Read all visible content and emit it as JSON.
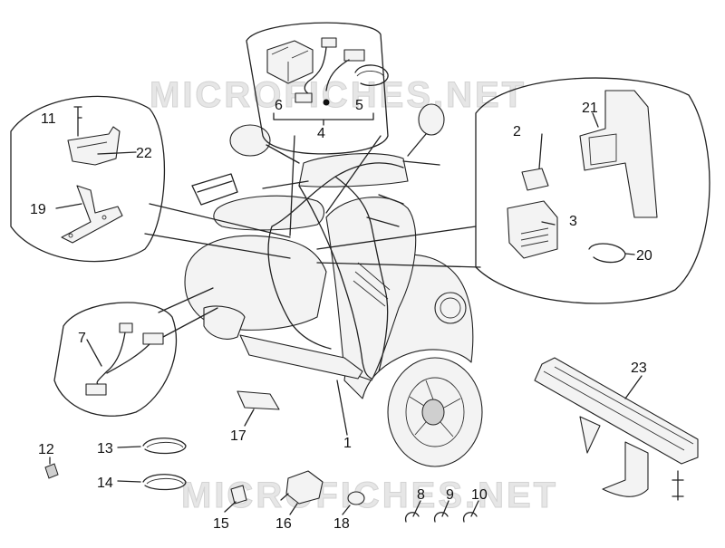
{
  "watermark": {
    "top": "MICROFICHES.NET",
    "bottom": "MICROFICHES.NET"
  },
  "callouts": {
    "c1": "1",
    "c2": "2",
    "c3": "3",
    "c4": "4",
    "c5": "5",
    "c6": "6",
    "c7": "7",
    "c8": "8",
    "c9": "9",
    "c10": "10",
    "c11": "11",
    "c12": "12",
    "c13": "13",
    "c14": "14",
    "c15": "15",
    "c16": "16",
    "c17": "17",
    "c18": "18",
    "c19": "19",
    "c20": "20",
    "c21": "21",
    "c22": "22",
    "c23": "23"
  },
  "colors": {
    "line": "#222222",
    "watermark": "#e6e6e6",
    "background": "#ffffff"
  }
}
